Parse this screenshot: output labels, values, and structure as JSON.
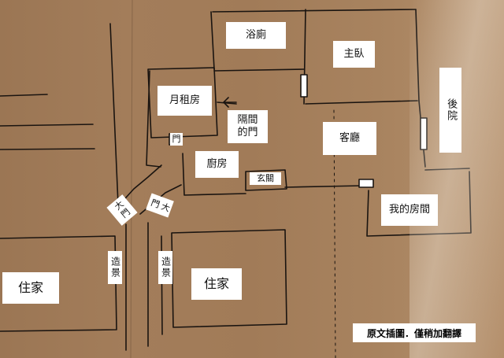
{
  "labels": {
    "bathroom": "浴廁",
    "master_bedroom": "主臥",
    "backyard": "後院",
    "monthly_room": "月租房",
    "partition_door": "隔間\n的門",
    "door_small": "門",
    "living_room": "客廳",
    "kitchen": "廚房",
    "entrance": "玄關",
    "my_room": "我的房間",
    "gate_left": "大門",
    "gate_right": "大門",
    "landscape_left": "造景",
    "landscape_right": "造景",
    "house_left": "住家",
    "house_right": "住家"
  },
  "caption": "原文插圖．僅稍加翻譯",
  "colors": {
    "paper": "#a37d5a",
    "ink": "#1a1410",
    "label_bg": "#ffffff"
  }
}
